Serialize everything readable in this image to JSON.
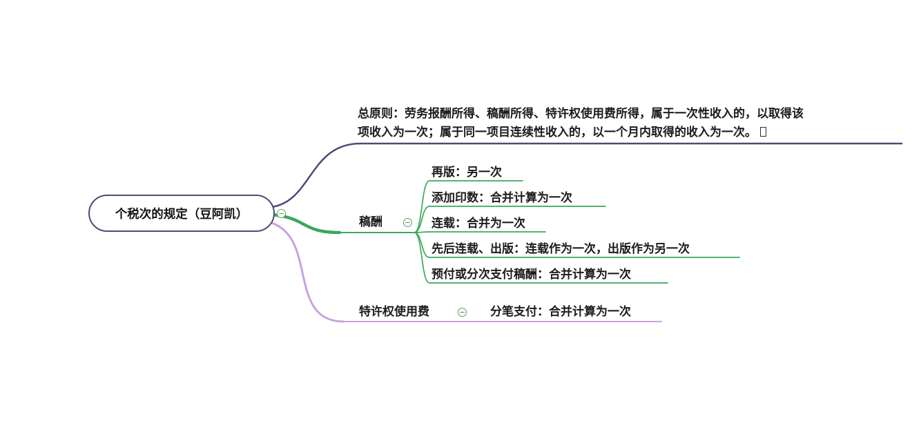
{
  "root": {
    "label": "个税次的规定（豆阿凯）"
  },
  "branches": {
    "general_rule": {
      "line1": "总原则：劳务报酬所得、稿酬所得、特许权使用费所得，属于一次性收入的，以取得该",
      "line2": "项收入为一次；属于同一项目连续性收入的，以一个月内取得的收入为一次。"
    },
    "gaochou": {
      "label": "稿酬",
      "children": [
        "再版：另一次",
        "添加印数：合并计算为一次",
        "连载：合并为一次",
        "先后连载、出版：连载作为一次，出版作为另一次",
        "预付或分次支付稿酬：合并计算为一次"
      ]
    },
    "royalty": {
      "label": "特许权使用费",
      "children": [
        "分笔支付：合并计算为一次"
      ]
    }
  },
  "icons": {
    "collapse": "minus-circle"
  },
  "colors": {
    "branch_general": "#4a4a78",
    "branch_gaochou": "#3aa85c",
    "branch_royalty": "#c7a2e0",
    "collapse_icon": "#58a15c",
    "text": "#1b1b1b"
  }
}
